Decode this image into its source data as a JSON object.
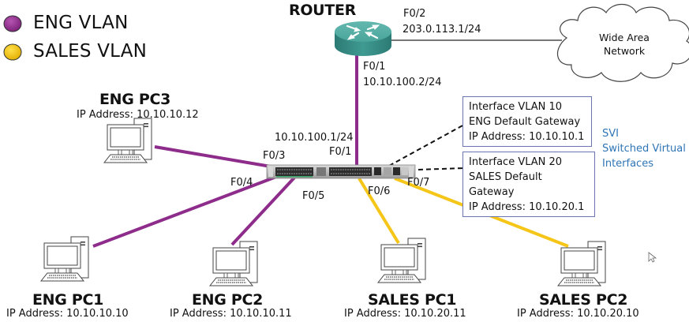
{
  "legend": [
    {
      "label": "ENG VLAN",
      "color": "#8e2c8c"
    },
    {
      "label": "SALES VLAN",
      "color": "#f5c518"
    }
  ],
  "colors": {
    "eng_link": "#8e2c8c",
    "sales_link": "#f5c518",
    "wan_link": "#777777",
    "router_body": "#3f9a92",
    "svi_border": "#6b74b4",
    "svi_note": "#2e75b6"
  },
  "router": {
    "title": "ROUTER",
    "f02_port": "F0/2",
    "f02_ip": "203.0.113.1/24",
    "f01_port": "F0/1",
    "f01_ip": "10.10.100.2/24"
  },
  "wan": {
    "line1": "Wide Area",
    "line2": "Network"
  },
  "switch": {
    "uplink_ip": "10.10.100.1/24",
    "uplink_port": "F0/1",
    "ports": {
      "f03": "F0/3",
      "f04": "F0/4",
      "f05": "F0/5",
      "f06": "F0/6",
      "f07": "F0/7"
    }
  },
  "svi": {
    "vlan10": [
      "Interface VLAN 10",
      "ENG Default Gateway",
      "IP Address: 10.10.10.1"
    ],
    "vlan20": [
      "Interface VLAN 20",
      "SALES Default Gateway",
      "IP Address: 10.10.20.1"
    ],
    "note": [
      "SVI",
      "Switched Virtual",
      "Interfaces"
    ]
  },
  "pcs": {
    "eng_pc3": {
      "name": "ENG PC3",
      "ip": "IP Address: 10.10.10.12"
    },
    "eng_pc1": {
      "name": "ENG PC1",
      "ip": "IP Address: 10.10.10.10"
    },
    "eng_pc2": {
      "name": "ENG PC2",
      "ip": "IP Address: 10.10.10.11"
    },
    "sales_pc1": {
      "name": "SALES PC1",
      "ip": "IP Address: 10.10.20.11"
    },
    "sales_pc2": {
      "name": "SALES PC2",
      "ip": "IP Address: 10.10.20.10"
    }
  }
}
